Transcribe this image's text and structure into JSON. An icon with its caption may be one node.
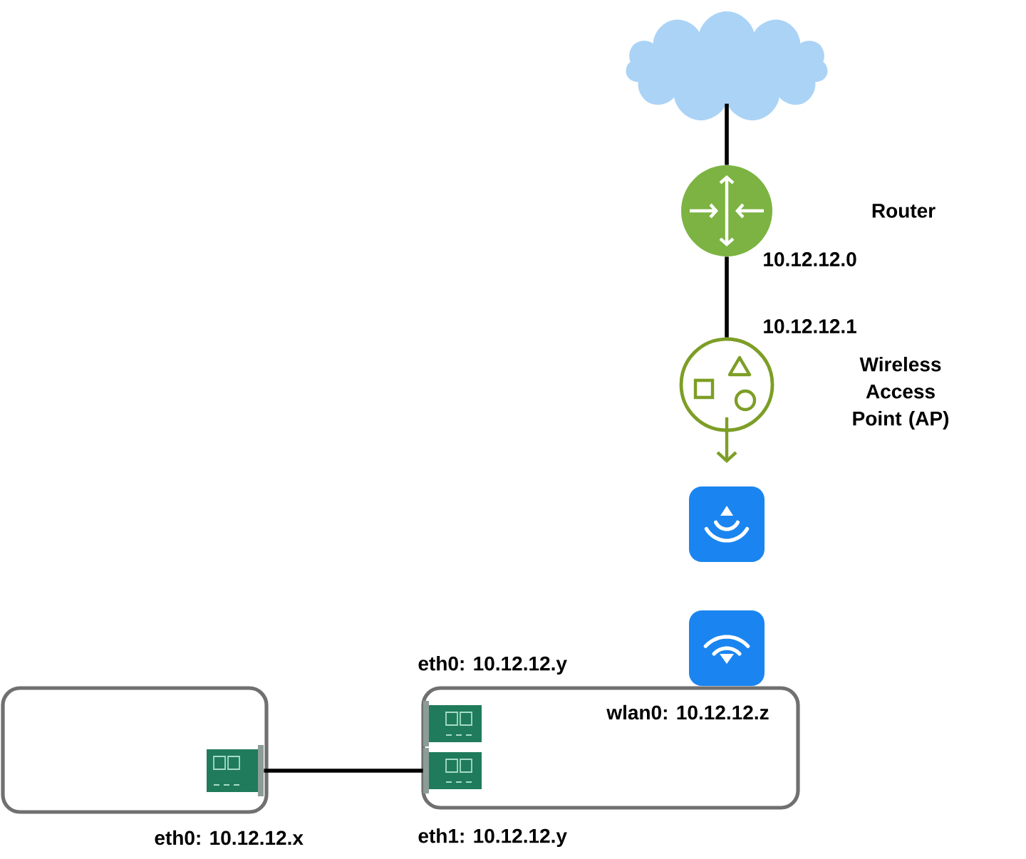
{
  "diagram": {
    "nodes": [
      {
        "text": [],
        "shape": "cloud"
      },
      {
        "text": [],
        "shape": "circle",
        "beside": [
          "Router",
          "10.12.12.0"
        ]
      },
      {
        "text": [],
        "shape": "circle",
        "beside": [
          "10.12.12.1",
          "Wireless Access Point (AP)"
        ]
      },
      {
        "text": [],
        "shape": "picture"
      },
      {
        "text": [],
        "shape": "picture"
      },
      {
        "text": [],
        "shape": "box"
      },
      {
        "text": [],
        "shape": "picture",
        "in": 5,
        "beside": [
          "eth0: 10.12.12.x"
        ]
      },
      {
        "text": [
          "wlan0: 10.12.12.z"
        ]
      },
      {
        "text": [],
        "shape": "picture",
        "in": 7,
        "beside": [
          "eth0: 10.12.12.y"
        ]
      },
      {
        "text": [],
        "shape": "picture",
        "in": 7,
        "beside": [
          "eth1: 10.12.12.y"
        ]
      }
    ],
    "edges": [
      {
        "from": 0,
        "to": 1,
        "arrow": "none"
      },
      {
        "from": 1,
        "to": 2,
        "arrow": "none"
      },
      {
        "from": 6,
        "to": 9,
        "arrow": "none"
      }
    ]
  }
}
